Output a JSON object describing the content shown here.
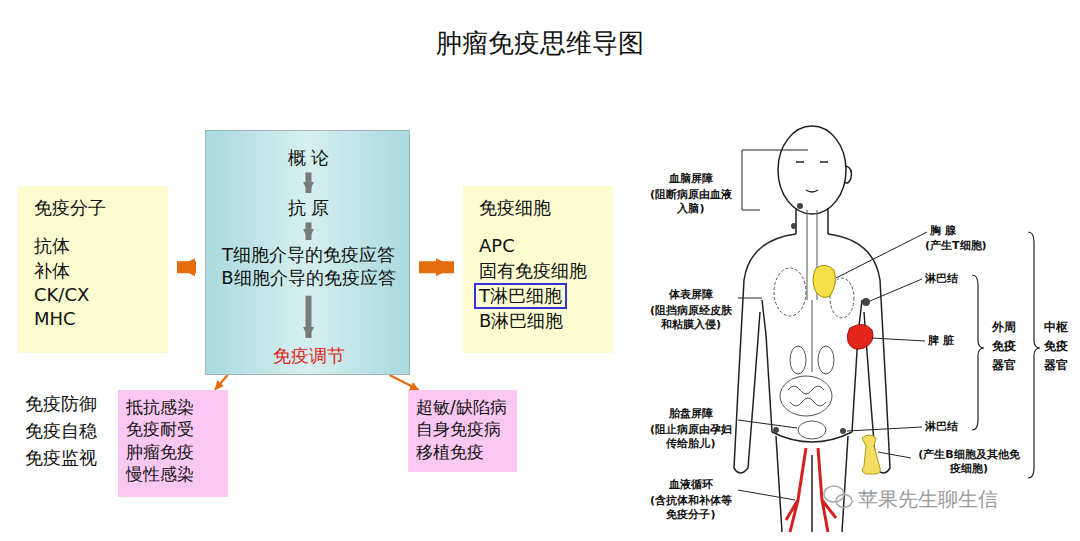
{
  "diagram": {
    "title": "肿瘤免疫思维导图",
    "nodes": [
      {
        "text": [
          "免疫分子",
          "抗体",
          "补体",
          "CK/CX",
          "MHC"
        ]
      },
      {
        "text": []
      },
      {
        "text": [
          "概 论"
        ],
        "in": 1
      },
      {
        "text": [
          "抗 原"
        ],
        "in": 1
      },
      {
        "text": [
          "T细胞介导的免疫应答",
          "B细胞介导的免疫应答"
        ],
        "in": 1
      },
      {
        "text": [
          "免疫调节"
        ],
        "in": 1
      },
      {
        "text": [
          "免疫细胞",
          "APC",
          "固有免疫细胞",
          "B淋巴细胞"
        ]
      },
      {
        "text": [
          "T淋巴细胞"
        ],
        "in": 6
      },
      {
        "text": [
          "抵抗感染",
          "免疫耐受",
          "肿瘤免疫",
          "慢性感染"
        ]
      },
      {
        "text": [
          "超敏/缺陷病",
          "自身免疫病",
          "移植免疫"
        ]
      }
    ],
    "edges": [
      {
        "from": 2,
        "to": 3,
        "arrow": "to"
      },
      {
        "from": 3,
        "to": 4,
        "arrow": "to"
      },
      {
        "from": 4,
        "to": 5,
        "arrow": "to"
      },
      {
        "from": 1,
        "to": 0,
        "arrow": "to"
      },
      {
        "from": 1,
        "to": 6,
        "arrow": "to"
      },
      {
        "from": 1,
        "to": 8,
        "arrow": "to"
      },
      {
        "from": 1,
        "to": 9,
        "arrow": "to"
      }
    ],
    "labels": [
      "免疫防御",
      "免疫自稳",
      "免疫监视",
      "血脑屏障",
      "(阻断病原由血液入脑)",
      "胸 腺",
      "(产生T细胞)",
      "淋巴结",
      "体表屏障",
      "(阻挡病原经皮肤和粘膜入侵)",
      "脾 脏",
      "外周免疫器官",
      "中枢免疫器官",
      "淋巴结",
      "胎盘屏障",
      "(阻止病原由孕妇传给胎儿)",
      "(产生B细胞及其他免疫细胞)",
      "血液循环",
      "(含抗体和补体等免疫分子)",
      "苹果先生聊生信"
    ]
  }
}
